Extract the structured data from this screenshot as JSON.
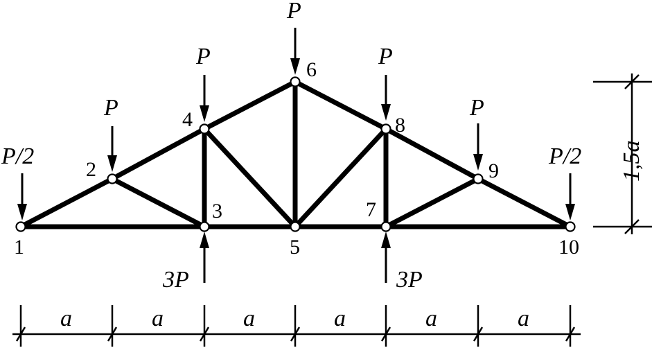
{
  "nodes": [
    {
      "id": "1",
      "label": "1"
    },
    {
      "id": "2",
      "label": "2"
    },
    {
      "id": "3",
      "label": "3"
    },
    {
      "id": "4",
      "label": "4"
    },
    {
      "id": "5",
      "label": "5"
    },
    {
      "id": "6",
      "label": "6"
    },
    {
      "id": "7",
      "label": "7"
    },
    {
      "id": "8",
      "label": "8"
    },
    {
      "id": "9",
      "label": "9"
    },
    {
      "id": "10",
      "label": "10"
    }
  ],
  "members": [
    [
      "1",
      "2"
    ],
    [
      "2",
      "4"
    ],
    [
      "4",
      "6"
    ],
    [
      "6",
      "8"
    ],
    [
      "8",
      "9"
    ],
    [
      "9",
      "10"
    ],
    [
      "1",
      "3"
    ],
    [
      "3",
      "5"
    ],
    [
      "5",
      "7"
    ],
    [
      "7",
      "10"
    ],
    [
      "2",
      "3"
    ],
    [
      "3",
      "4"
    ],
    [
      "4",
      "5"
    ],
    [
      "5",
      "6"
    ],
    [
      "5",
      "8"
    ],
    [
      "7",
      "8"
    ],
    [
      "7",
      "9"
    ]
  ],
  "loads": {
    "p_half_left": "P/2",
    "p_node2": "P",
    "p_node4": "P",
    "p_node6": "P",
    "p_node8": "P",
    "p_node9": "P",
    "p_half_right": "P/2"
  },
  "reactions": {
    "r_node3": "3P",
    "r_node7": "3P"
  },
  "dimensions": {
    "spans": [
      "a",
      "a",
      "a",
      "a",
      "a",
      "a"
    ],
    "height": "1,5a"
  }
}
